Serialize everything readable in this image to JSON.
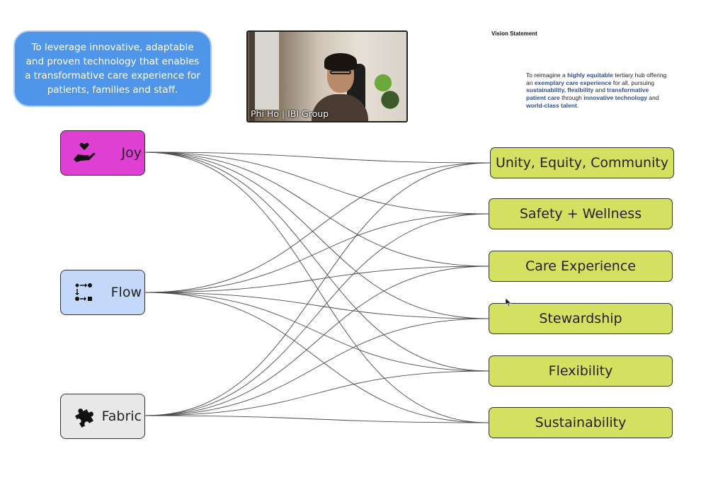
{
  "mission": {
    "text": "To leverage innovative, adaptable and proven technology that enables a transformative care experience for patients, families and staff."
  },
  "video": {
    "caption": "Phi Ho | IBI Group"
  },
  "vision": {
    "title": "Vision Statement",
    "parts": [
      {
        "t": "To reimagine a ",
        "b": false
      },
      {
        "t": "highly equitable",
        "b": true
      },
      {
        "t": " tertiary hub offering an ",
        "b": false
      },
      {
        "t": "exemplary care experience",
        "b": true
      },
      {
        "t": " for all, pursuing ",
        "b": false
      },
      {
        "t": "sustainability, flexibility",
        "b": true
      },
      {
        "t": " and ",
        "b": false
      },
      {
        "t": "transformative patient care",
        "b": true
      },
      {
        "t": " through ",
        "b": false
      },
      {
        "t": "innovative technology",
        "b": true
      },
      {
        "t": " and ",
        "b": false
      },
      {
        "t": "world-class talent",
        "b": true
      },
      {
        "t": ".",
        "b": false
      }
    ]
  },
  "pillars": [
    {
      "id": "joy",
      "label": "Joy",
      "icon": "heart-in-hand-icon",
      "color": "#e03fd4"
    },
    {
      "id": "flow",
      "label": "Flow",
      "icon": "process-flow-icon",
      "color": "#c4d9fa"
    },
    {
      "id": "fabric",
      "label": "Fabric",
      "icon": "puzzle-piece-icon",
      "color": "#e8e8e8"
    }
  ],
  "values": [
    {
      "label": "Unity, Equity, Community"
    },
    {
      "label": "Safety + Wellness"
    },
    {
      "label": "Care Experience"
    },
    {
      "label": "Stewardship"
    },
    {
      "label": "Flexibility"
    },
    {
      "label": "Sustainability"
    }
  ],
  "value_color": "#d4e05f",
  "connections": "each pillar connects to every value"
}
